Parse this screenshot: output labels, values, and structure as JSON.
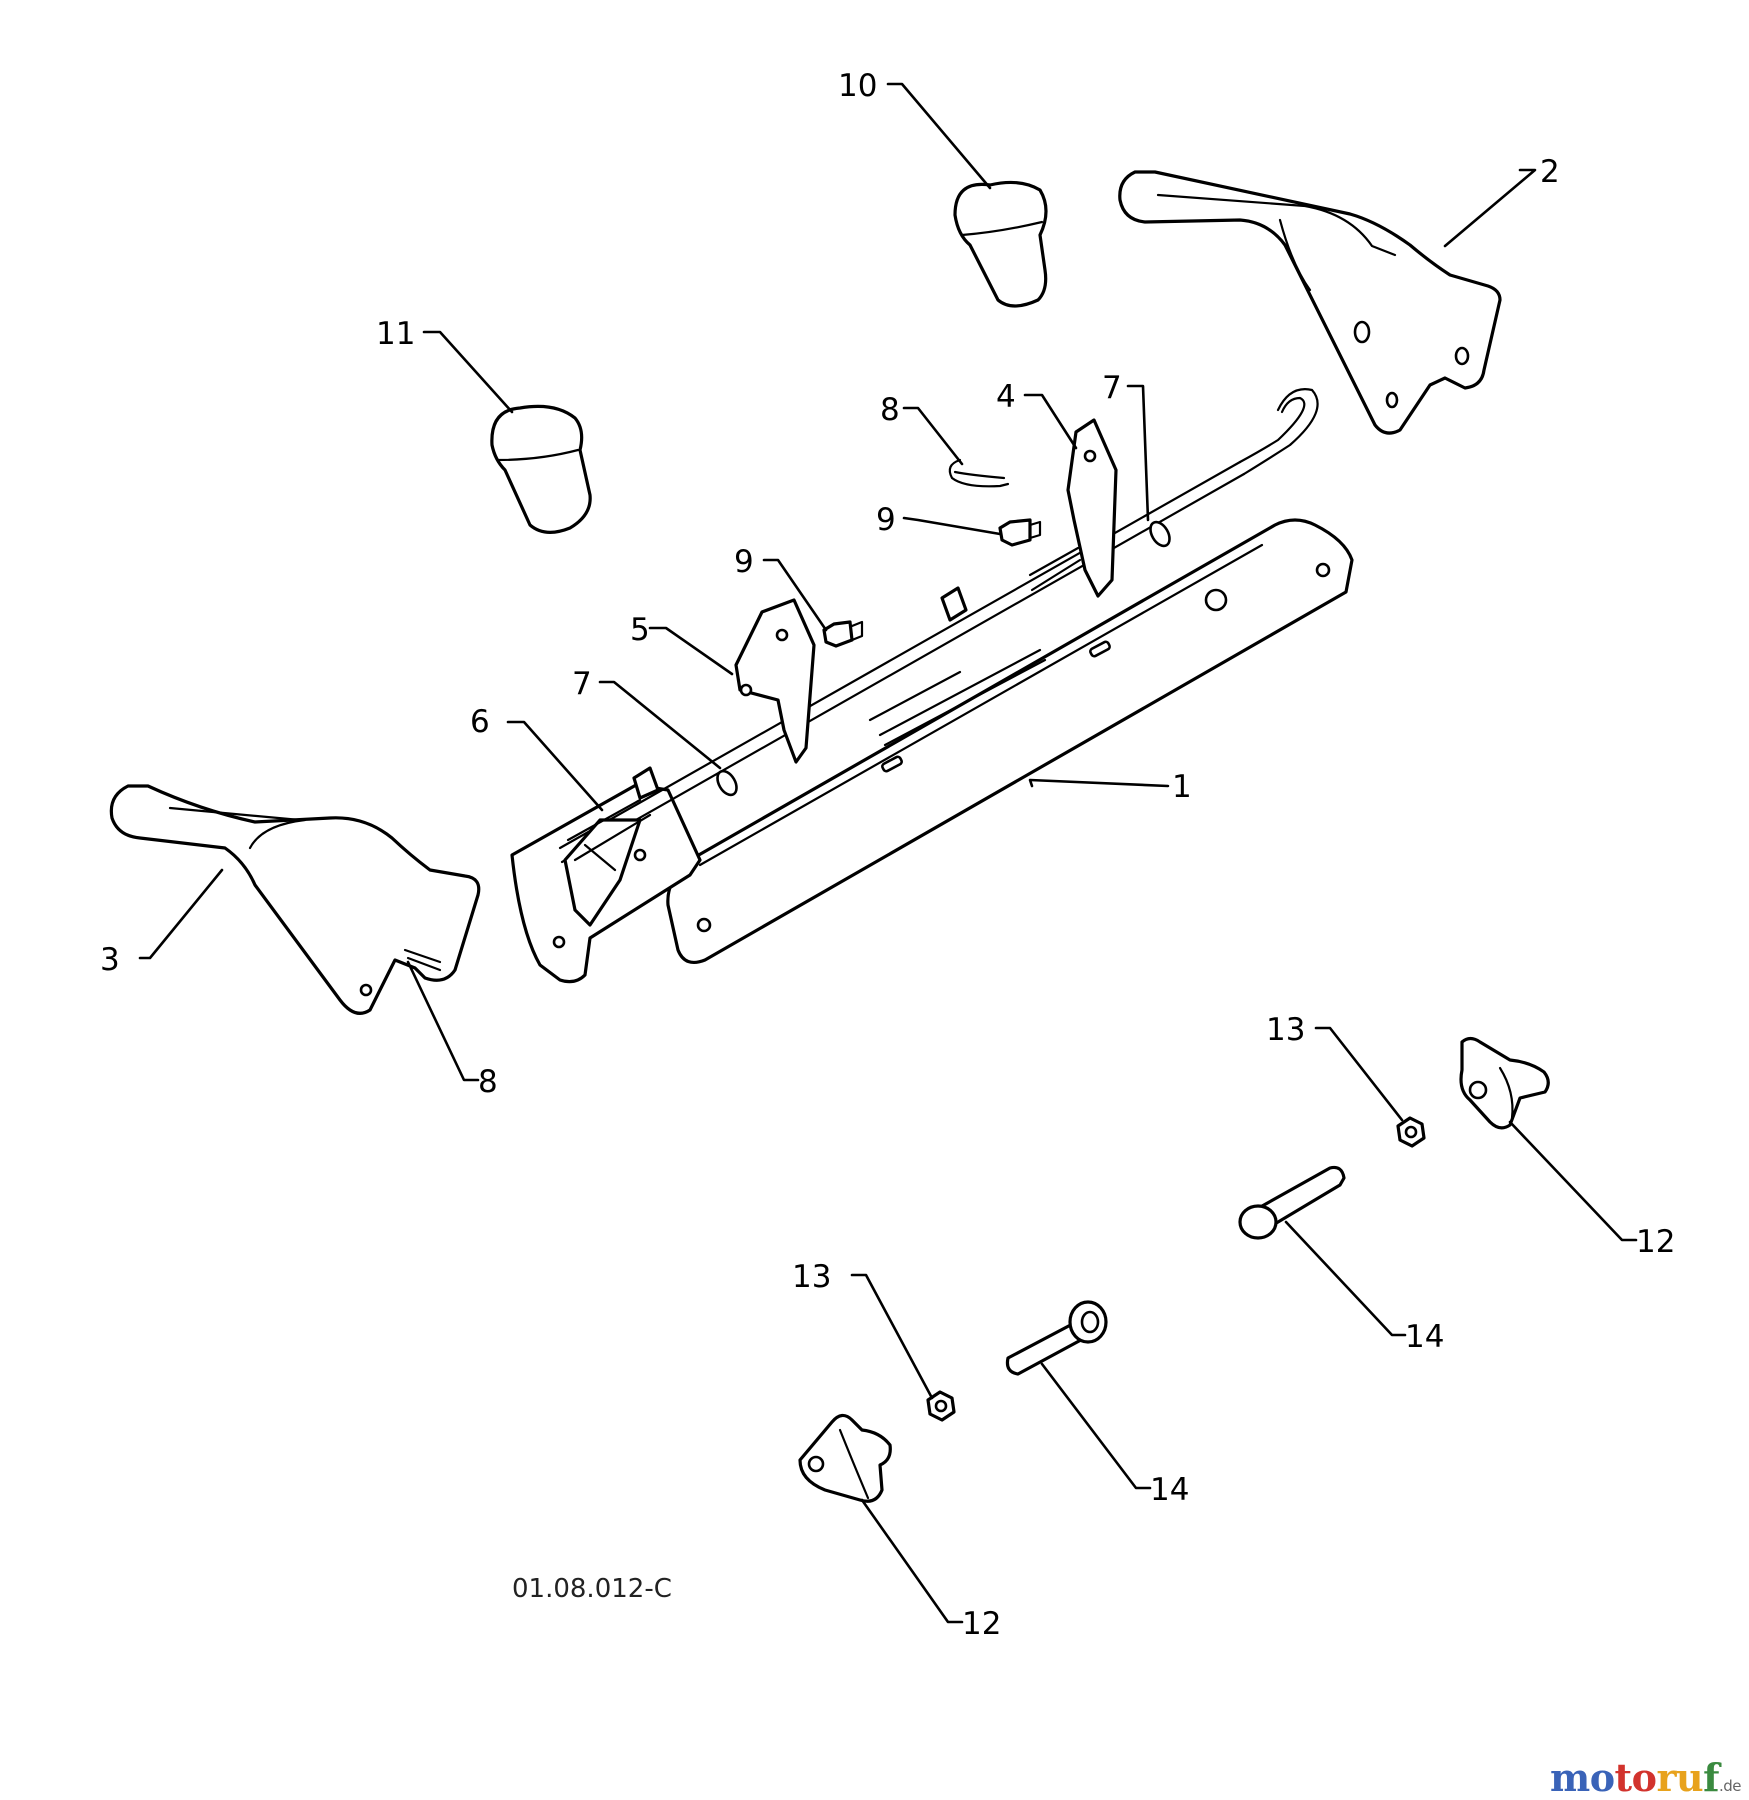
{
  "callouts": {
    "c1": "1",
    "c2": "2",
    "c3": "3",
    "c4": "4",
    "c5": "5",
    "c6": "6",
    "c7a": "7",
    "c7b": "7",
    "c8a": "8",
    "c8b": "8",
    "c9a": "9",
    "c9b": "9",
    "c10": "10",
    "c11": "11",
    "c12a": "12",
    "c12b": "12",
    "c13a": "13",
    "c13b": "13",
    "c14a": "14",
    "c14b": "14"
  },
  "drawing_code": "01.08.012-C",
  "watermark": {
    "part1": "mo",
    "part2": "to",
    "part3": "ru",
    "part4": "f",
    "tld": ".de"
  }
}
